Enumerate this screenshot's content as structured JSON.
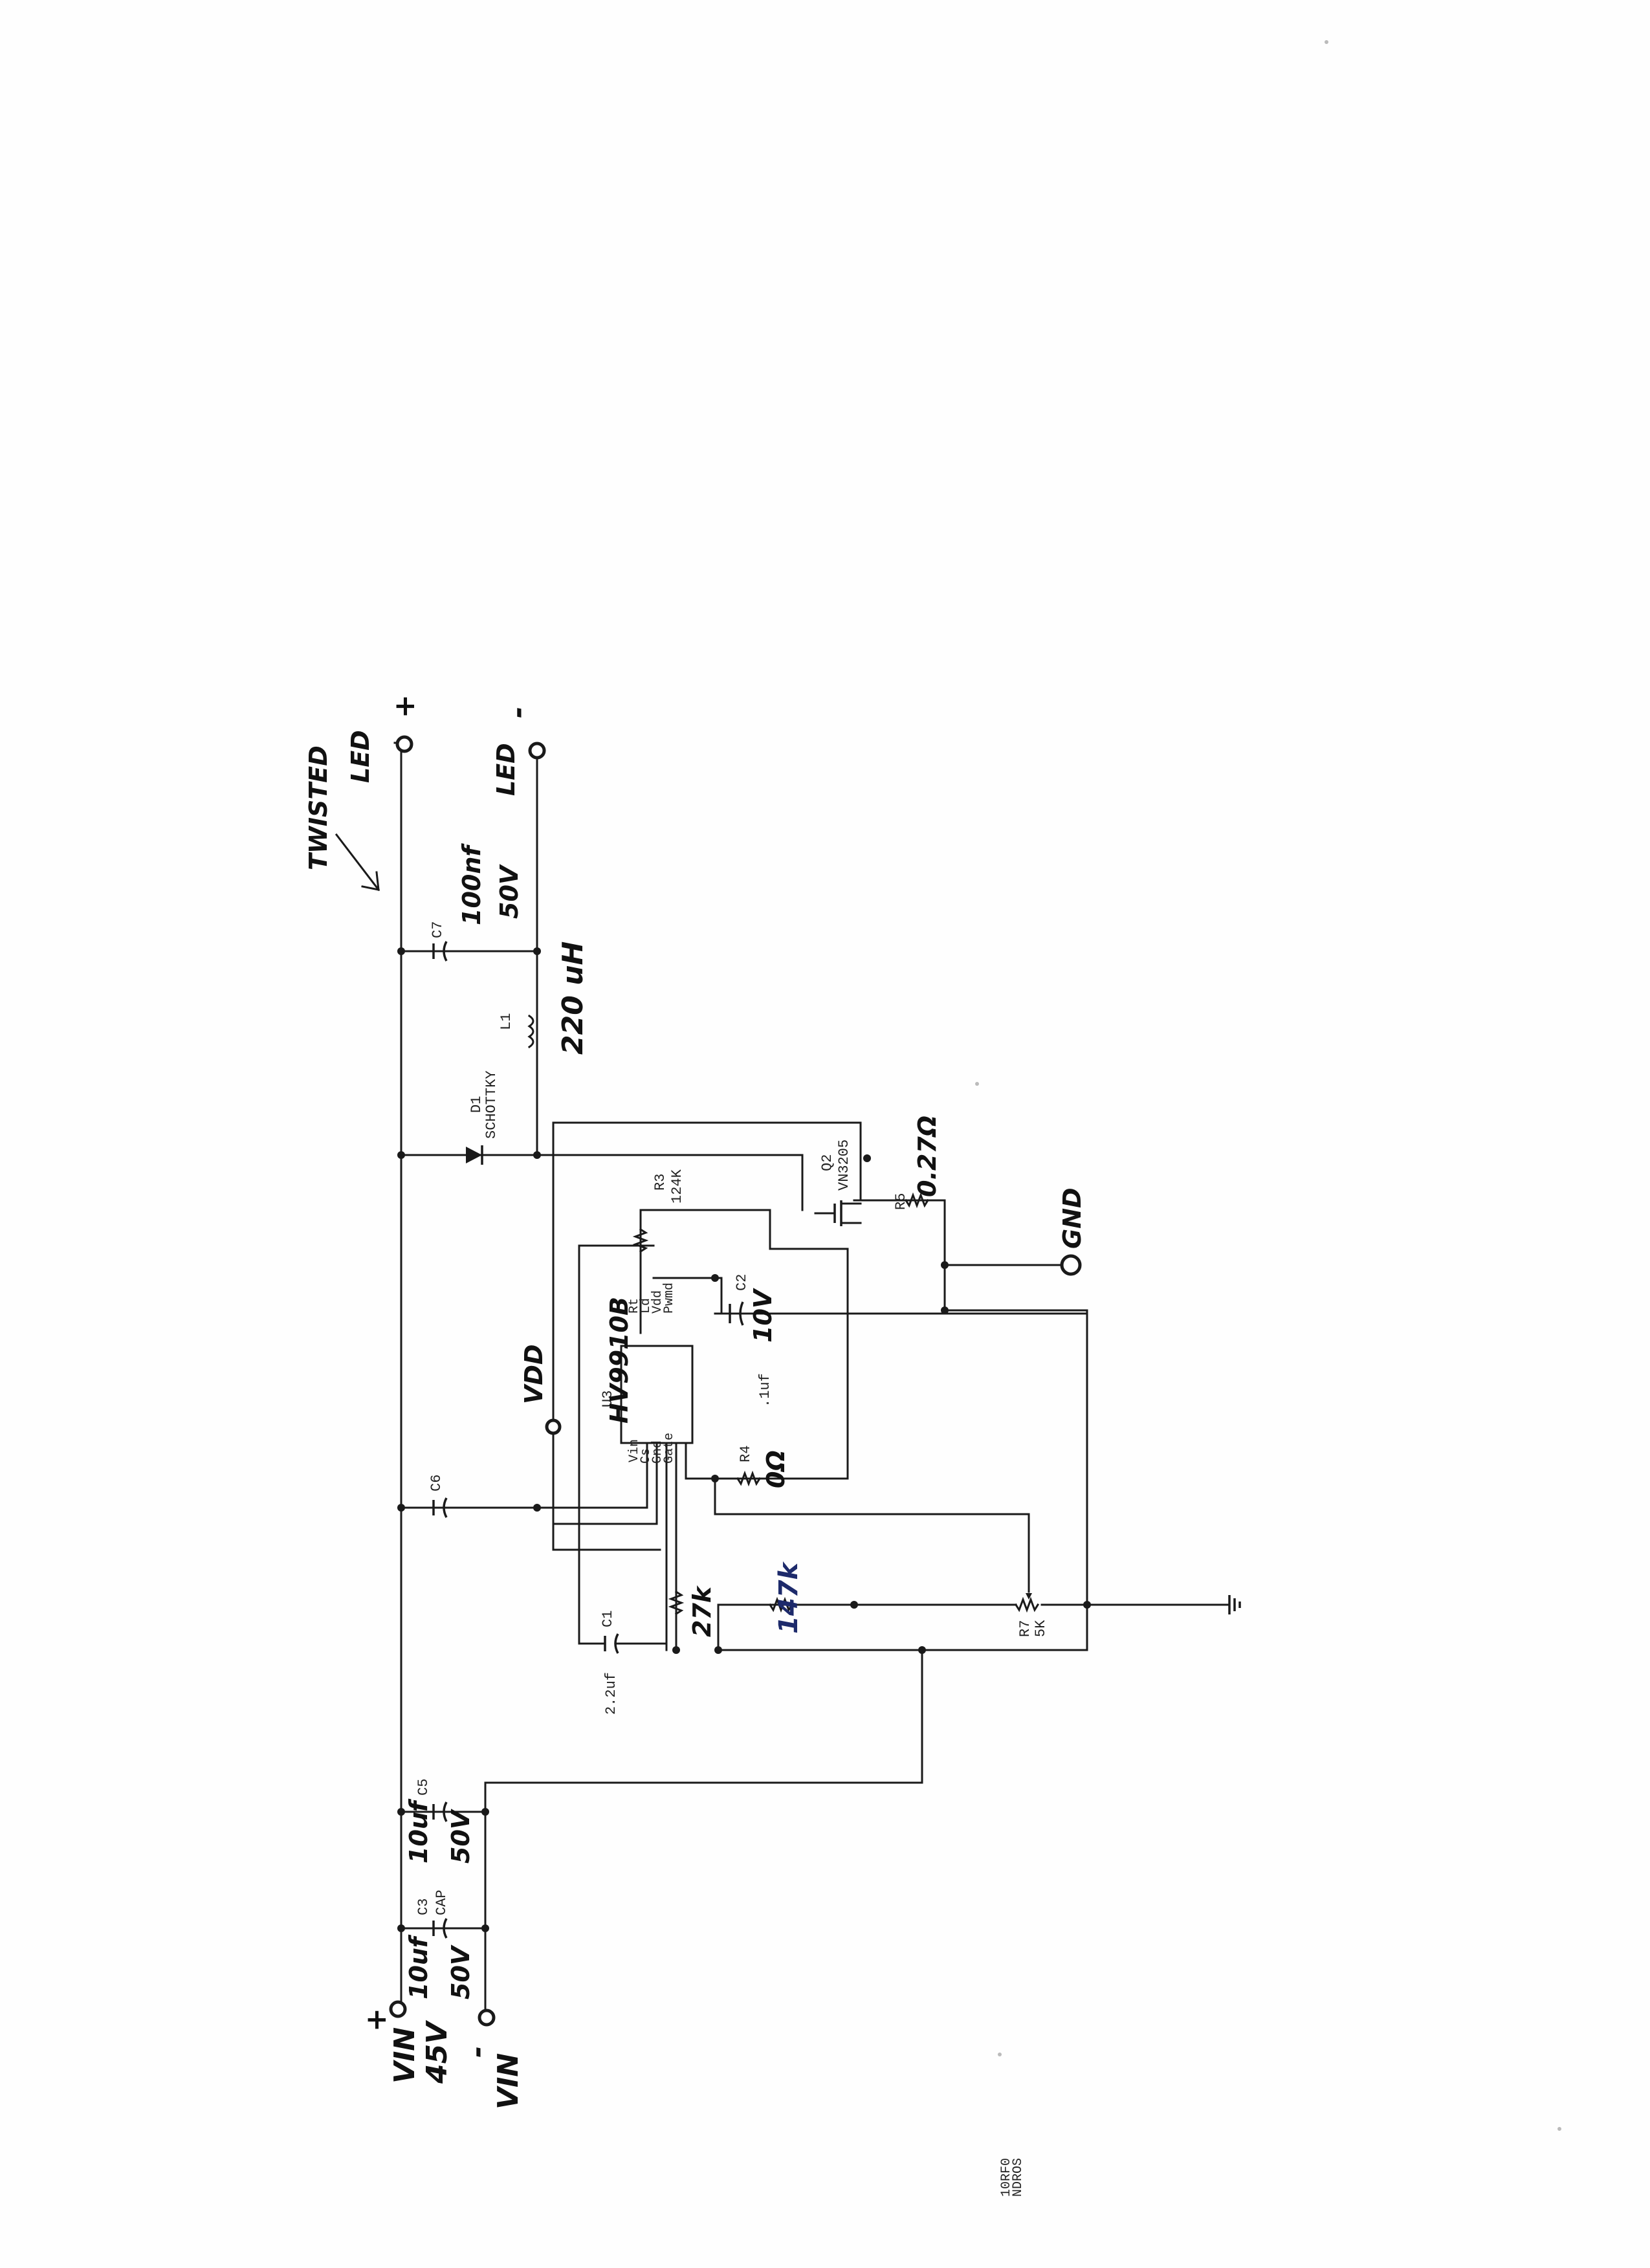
{
  "labels": {
    "vin_pos": "VIN",
    "vin_pos_sign": "+",
    "vin_voltage": "45V",
    "vin_neg": "VIN",
    "vin_neg_sign": "-",
    "c3_ref": "C3",
    "c3_type": "CAP",
    "c3_value": "10uf",
    "c3_rating": "50V",
    "c5_ref": "C5",
    "c5_value": "10uf",
    "c5_rating": "50V",
    "c1_ref": "C1",
    "c1_value": "2.2uf",
    "c6_ref": "C6",
    "c2_ref": "C2",
    "c2_value": ".1uf",
    "c2_rating": "10V",
    "c7_ref": "C7",
    "c7_value": "100nf",
    "c7_rating": "50V",
    "d1_ref": "D1",
    "d1_type": "SCHOTTKY",
    "l1_ref": "L1",
    "l1_value": "220 uH",
    "q2_ref": "Q2",
    "q2_part": "VN3205",
    "r3_ref": "R3",
    "r3_value": "124K",
    "r4_ref": "R4",
    "r4_value": "0Ω",
    "r5_ref": "R5",
    "r5_value": "0.27Ω",
    "r6_value": "27k",
    "r8_value": "147k",
    "r7_ref": "R7",
    "r7_value": "5K",
    "u3_ref": "U3",
    "u3_part": "HV9910B",
    "u3_pin_vin": "Vin",
    "u3_pin_cs": "Cs",
    "u3_pin_gnd": "Gnd",
    "u3_pin_gate": "Gate",
    "u3_pin_rt": "Rt",
    "u3_pin_ld": "Ld",
    "u3_pin_vdd": "Vdd",
    "u3_pin_pwmd": "Pwmd",
    "vdd": "VDD",
    "gnd": "GND",
    "led_pos": "LED",
    "led_pos_sign": "+",
    "led_neg": "LED",
    "led_neg_sign": "-",
    "twisted": "TWISTED",
    "corner_note_1": "10RF0",
    "corner_note_2": "NDROS"
  }
}
